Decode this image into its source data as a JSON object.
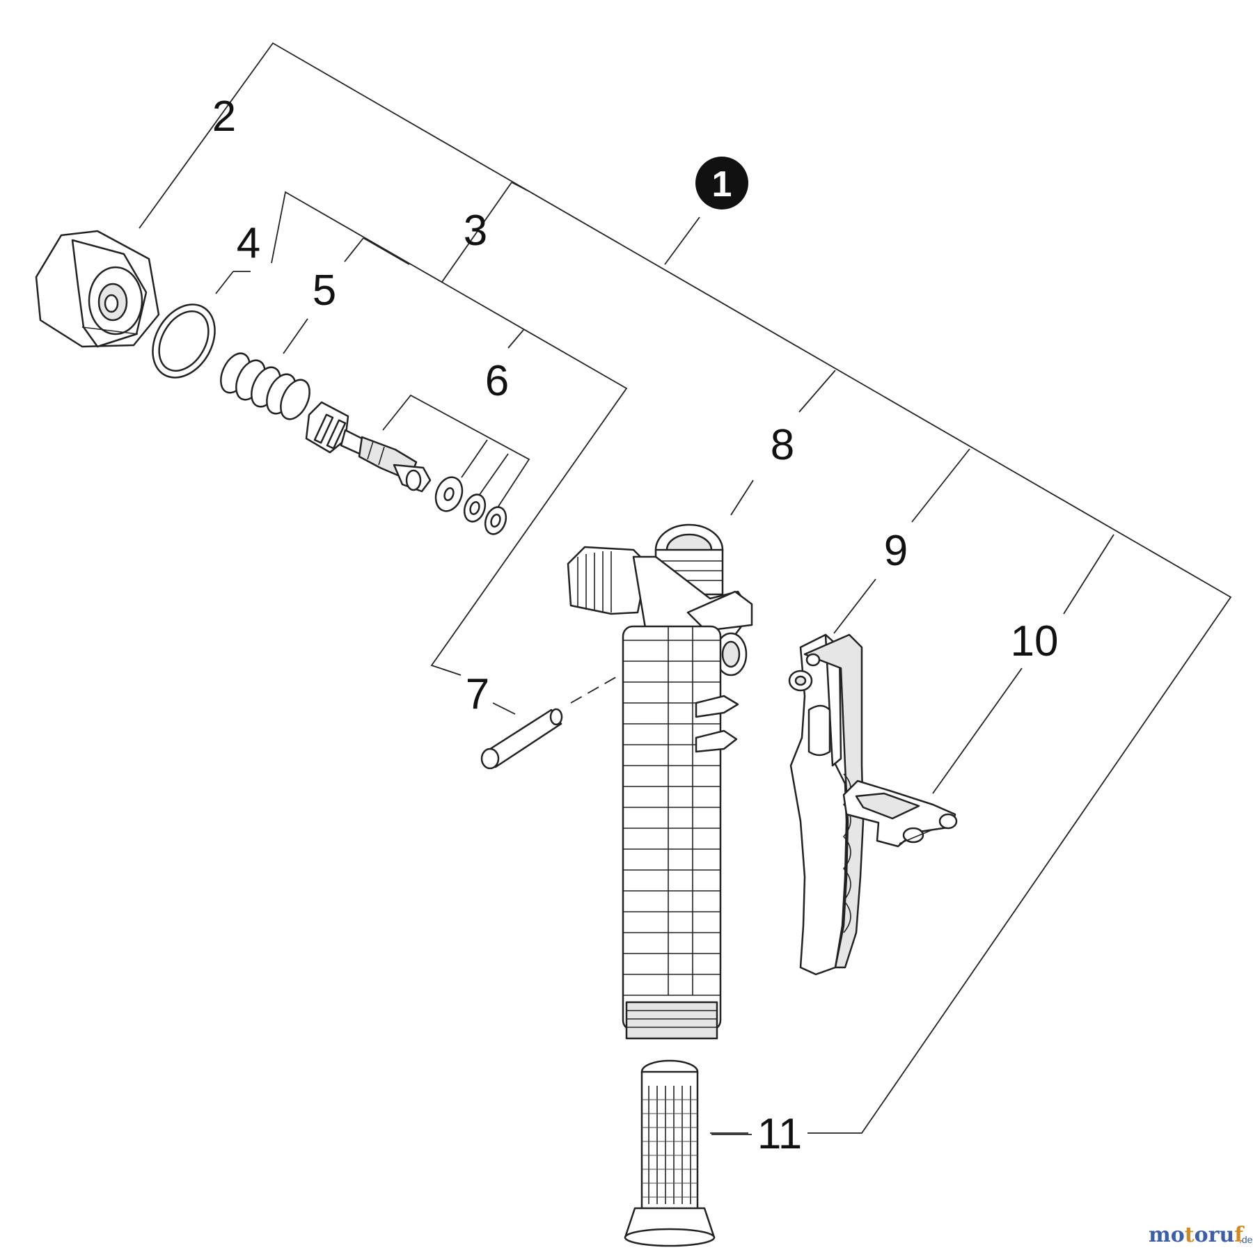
{
  "callout": {
    "label": "1"
  },
  "parts": [
    {
      "id": "2",
      "label": "2",
      "name": "nut-icon"
    },
    {
      "id": "3",
      "label": "3",
      "name": "valve-group-bracket"
    },
    {
      "id": "4",
      "label": "4",
      "name": "o-ring-icon"
    },
    {
      "id": "5",
      "label": "5",
      "name": "spring-icon"
    },
    {
      "id": "6",
      "label": "6",
      "name": "valve-stem-icon"
    },
    {
      "id": "7",
      "label": "7",
      "name": "pin-icon"
    },
    {
      "id": "8",
      "label": "8",
      "name": "valve-body-icon"
    },
    {
      "id": "9",
      "label": "9",
      "name": "lever-icon"
    },
    {
      "id": "10",
      "label": "10",
      "name": "latch-icon"
    },
    {
      "id": "11",
      "label": "11",
      "name": "filter-icon"
    }
  ],
  "watermark": {
    "brand": "motoruf",
    "suffix": ".de",
    "color_main": "#3a5fa8",
    "color_accent": "#d08a1e"
  }
}
